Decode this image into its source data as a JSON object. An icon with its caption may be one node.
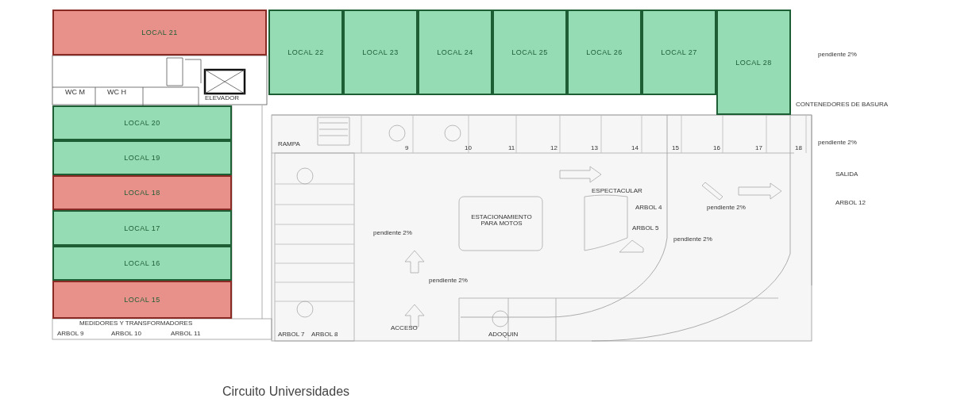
{
  "diagram": {
    "caption": "Circuito Universidades",
    "nodes": [
      {
        "text": [
          "LOCAL 21"
        ]
      },
      {
        "text": [
          "LOCAL 22"
        ]
      },
      {
        "text": [
          "LOCAL 23"
        ]
      },
      {
        "text": [
          "LOCAL 24"
        ]
      },
      {
        "text": [
          "LOCAL 25"
        ]
      },
      {
        "text": [
          "LOCAL 26"
        ]
      },
      {
        "text": [
          "LOCAL 27"
        ]
      },
      {
        "text": [
          "LOCAL 28"
        ]
      },
      {
        "text": [
          "LOCAL 20"
        ]
      },
      {
        "text": [
          "LOCAL 19"
        ]
      },
      {
        "text": [
          "LOCAL 18"
        ]
      },
      {
        "text": [
          "LOCAL 17"
        ]
      },
      {
        "text": [
          "LOCAL 16"
        ]
      },
      {
        "text": [
          "LOCAL 15"
        ]
      }
    ],
    "edges": [],
    "labels": [
      "WC M",
      "WC H",
      "ELEVADOR",
      "RAMPA",
      "9",
      "10",
      "11",
      "12",
      "13",
      "14",
      "15",
      "16",
      "17",
      "18",
      "SALIDA",
      "ESPECTACULAR",
      "ESTACIONAMIENTO PARA MOTOS",
      "ARBOL 4",
      "ARBOL 5",
      "pendiente 2%",
      "pendiente 2%",
      "pendiente 2%",
      "pendiente 2%",
      "pendiente 2%",
      "pendiente 2%",
      "MEDIDORES Y TRANSFORMADORES",
      "ARBOL 9",
      "ARBOL 10",
      "ARBOL 11",
      "ARBOL 7",
      "ARBOL 8",
      "ACCESO",
      "ADOQUIN",
      "CONTENEDORES DE BASURA",
      "ARBOL 12"
    ]
  }
}
